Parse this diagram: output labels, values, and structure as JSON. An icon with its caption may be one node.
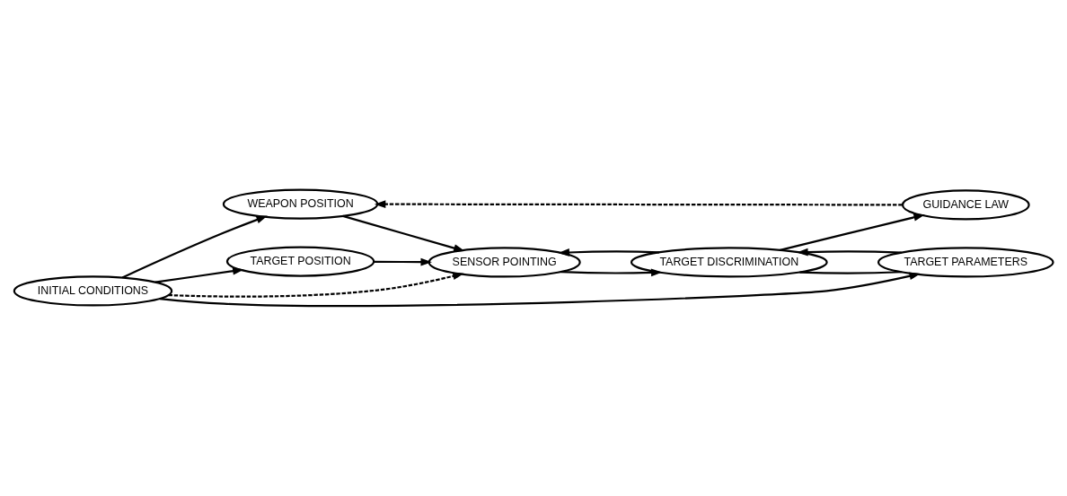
{
  "diagram": {
    "nodes": [
      {
        "text": [
          "INITIAL CONDITIONS"
        ]
      },
      {
        "text": [
          "WEAPON POSITION"
        ]
      },
      {
        "text": [
          "SENSOR POINTING"
        ]
      },
      {
        "text": [
          "TARGET POSITION"
        ]
      },
      {
        "text": [
          "TARGET DISCRIMINATION"
        ]
      },
      {
        "text": [
          "GUIDANCE LAW"
        ]
      },
      {
        "text": [
          "TARGET PARAMETERS"
        ]
      }
    ],
    "edges": [
      {
        "from": 0,
        "to": 1,
        "arrow": "to"
      },
      {
        "from": 0,
        "to": 2,
        "arrow": "to",
        "style": "dashed"
      },
      {
        "from": 0,
        "to": 3,
        "arrow": "to"
      },
      {
        "from": 0,
        "to": 6,
        "arrow": "to"
      },
      {
        "from": 1,
        "to": 2,
        "arrow": "to"
      },
      {
        "from": 3,
        "to": 2,
        "arrow": "to"
      },
      {
        "from": 2,
        "to": 4,
        "arrow": "to"
      },
      {
        "from": 4,
        "to": 2,
        "arrow": "to"
      },
      {
        "from": 4,
        "to": 5,
        "arrow": "to"
      },
      {
        "from": 6,
        "to": 4,
        "arrow": "to"
      },
      {
        "from": 4,
        "to": 6,
        "arrow": "none"
      },
      {
        "from": 5,
        "to": 1,
        "arrow": "to",
        "style": "dashed"
      }
    ]
  }
}
